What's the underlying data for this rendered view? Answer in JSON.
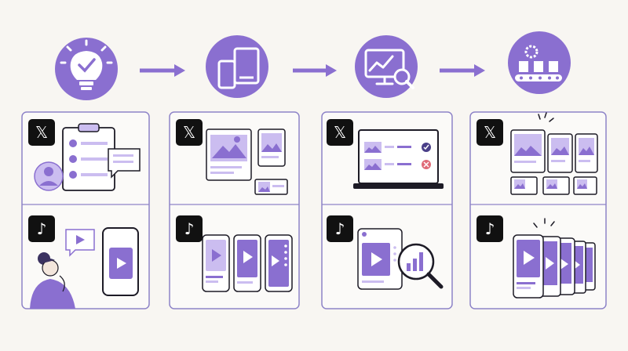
{
  "colors": {
    "background": "#f8f6f2",
    "accent": "#8a6fd0",
    "accent_light": "#cbbdf0",
    "panel_border": "#8e84c8",
    "ink": "#1d1b26",
    "check_green": "#4a3f88",
    "reject_red": "#e06b78"
  },
  "steps": [
    {
      "id": "ideate",
      "icon": "lightbulb-check-icon"
    },
    {
      "id": "design",
      "icon": "devices-icon"
    },
    {
      "id": "test",
      "icon": "monitor-analytics-icon"
    },
    {
      "id": "scale",
      "icon": "production-line-icon"
    }
  ],
  "platforms": [
    {
      "id": "x",
      "icon": "x-logo-icon",
      "logo_text": "𝕏"
    },
    {
      "id": "tiktok",
      "icon": "tiktok-logo-icon",
      "logo_text": "♪"
    }
  ],
  "arrows": [
    "right-arrow-icon",
    "right-arrow-icon",
    "right-arrow-icon"
  ]
}
